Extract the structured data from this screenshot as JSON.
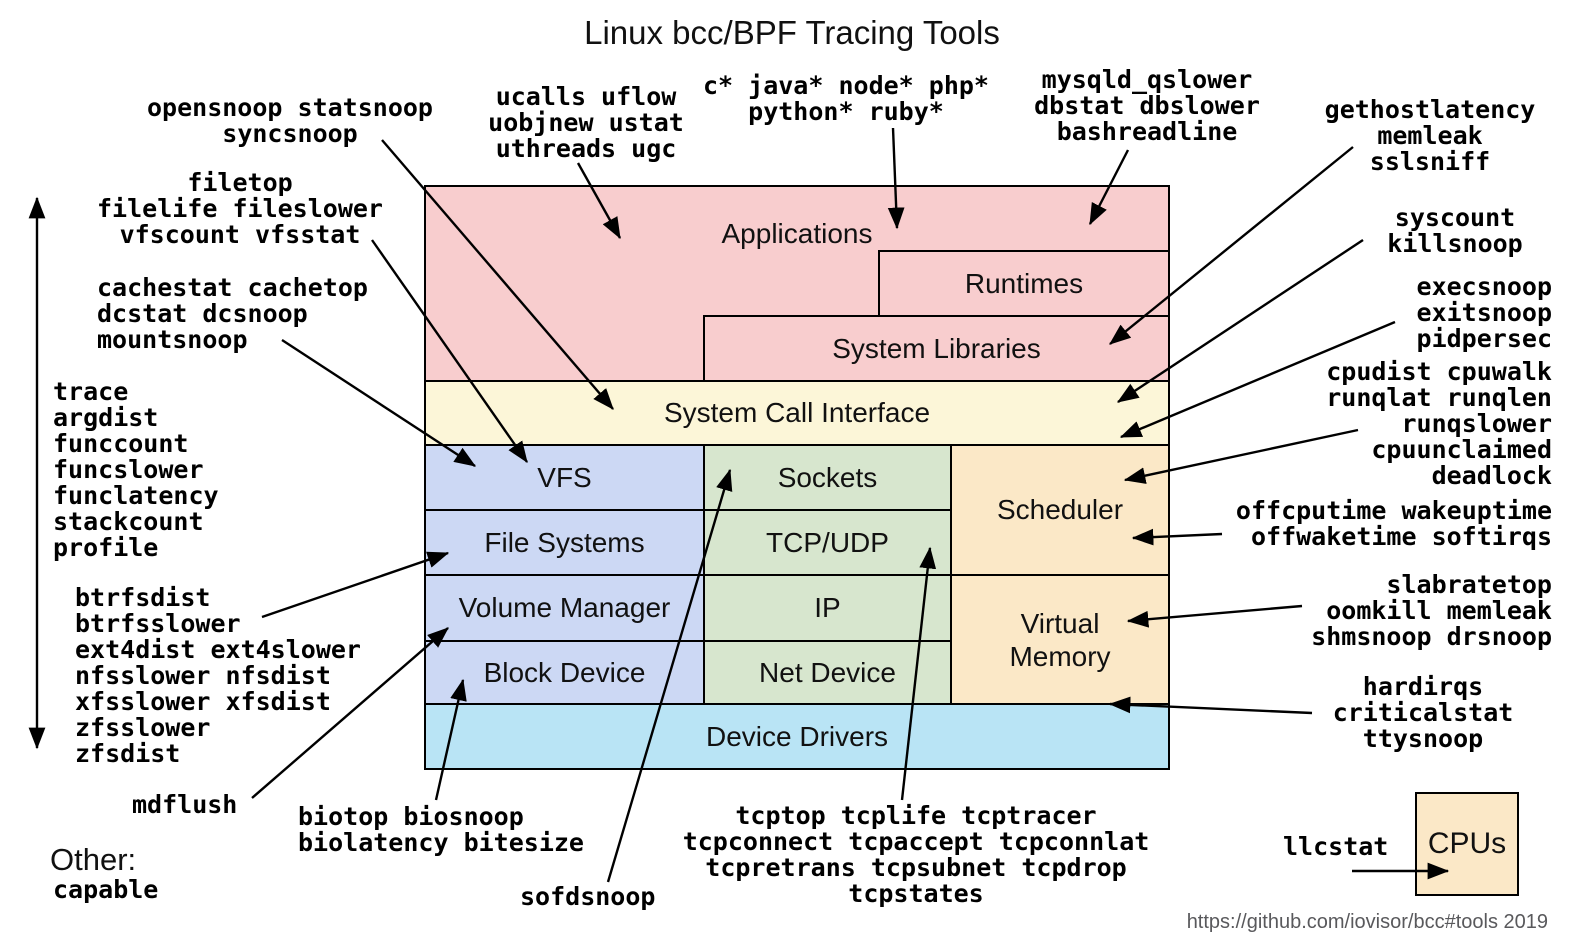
{
  "title": "Linux bcc/BPF Tracing Tools",
  "footer": "https://github.com/iovisor/bcc#tools 2019",
  "other_heading": "Other:",
  "boxes": {
    "applications": "Applications",
    "runtimes": "Runtimes",
    "system_libraries": "System Libraries",
    "system_call_interface": "System Call Interface",
    "vfs": "VFS",
    "file_systems": "File Systems",
    "volume_manager": "Volume Manager",
    "block_device": "Block Device",
    "sockets": "Sockets",
    "tcp_udp": "TCP/UDP",
    "ip": "IP",
    "net_device": "Net Device",
    "scheduler": "Scheduler",
    "virtual_memory": "Virtual\nMemory",
    "device_drivers": "Device Drivers",
    "cpus": "CPUs"
  },
  "tool_groups": {
    "ucalls": "ucalls uflow\nuobjnew ustat\nuthreads ugc",
    "runtime_langs": "c* java* node* php*\npython* ruby*",
    "mysqld": "mysqld_qslower\ndbstat dbslower\nbashreadline",
    "opensnoop": "opensnoop statsnoop\nsyncsnoop",
    "filetop": "filetop\nfilelife fileslower\nvfscount vfsstat",
    "cachestat": "cachestat cachetop\ndcstat dcsnoop\nmountsnoop",
    "generic": "trace\nargdist\nfunccount\nfuncslower\nfunclatency\nstackcount\nprofile",
    "fs_tools": "btrfsdist\nbtrfsslower\next4dist ext4slower\nnfsslower nfsdist\nxfsslower xfsdist\nzfsslower\nzfsdist",
    "mdflush": "mdflush",
    "capable": "capable",
    "biotop": "biotop biosnoop\nbiolatency bitesize",
    "sofdsnoop": "sofdsnoop",
    "tcp": "tcptop tcplife tcptracer\ntcpconnect tcpaccept tcpconnlat\ntcpretrans tcpsubnet tcpdrop\ntcpstates",
    "gethostlatency": "gethostlatency\nmemleak\nsslsniff",
    "syscount": "syscount\nkillsnoop",
    "execsnoop": "execsnoop\nexitsnoop\npidpersec",
    "cpudist": "cpudist cpuwalk\nrunqlat runqlen\nrunqslower\ncpuunclaimed\ndeadlock",
    "offcputime": "offcputime wakeuptime\noffwaketime softirqs",
    "slabratetop": "slabratetop\noomkill memleak\nshmsnoop drsnoop",
    "hardirqs": "hardirqs\ncriticalstat\nttysnoop",
    "llcstat": "llcstat"
  },
  "colors": {
    "pink": "#f8cdce",
    "yellow": "#fcf6d8",
    "blue": "#ccd8f4",
    "green": "#d7e6ce",
    "tan": "#fbe8c7",
    "cyan": "#b9e4f5"
  }
}
